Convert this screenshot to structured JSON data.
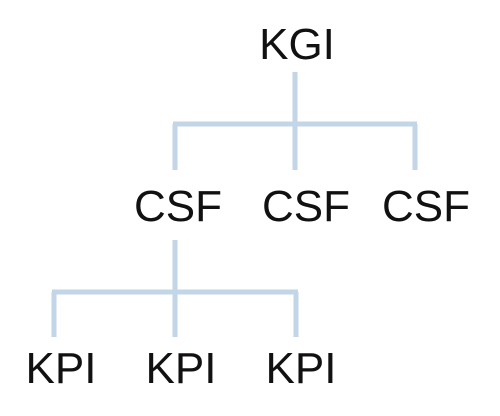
{
  "diagram": {
    "colors": {
      "connector": "#c3d6e7",
      "text": "#111111",
      "background": "#ffffff"
    },
    "root": {
      "label": "KGI"
    },
    "csf": [
      {
        "label": "CSF"
      },
      {
        "label": "CSF"
      },
      {
        "label": "CSF"
      }
    ],
    "kpi": [
      {
        "label": "KPI"
      },
      {
        "label": "KPI"
      },
      {
        "label": "KPI"
      }
    ]
  }
}
